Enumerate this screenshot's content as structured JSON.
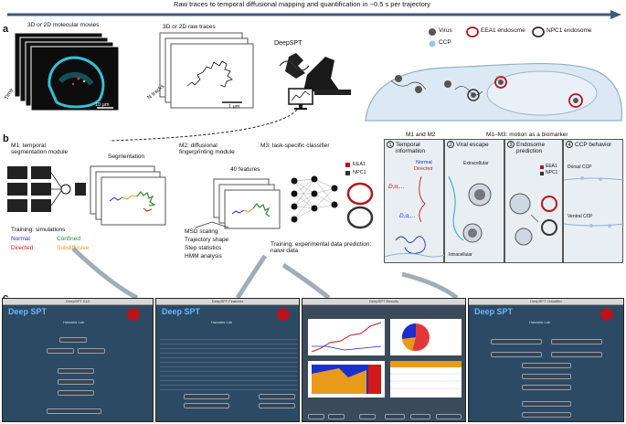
{
  "header": {
    "arrow_caption": "Raw traces to temporal diffusional mapping and quantification in ~0.5 s per trajectory"
  },
  "panel_a": {
    "letter": "a",
    "movies_label": "3D or 2D molecular movies",
    "time_label": "Time",
    "scalebar_movie": "10 μm",
    "traces_label": "3D or 2D raw traces",
    "n_tracks_label": "N tracks",
    "scalebar_trace": "1 μm",
    "deepspt_label": "DeepSPT",
    "legend": [
      "Virus",
      "EEA1 endosome",
      "NPC1 endosome",
      "CCP"
    ]
  },
  "panel_b": {
    "letter": "b",
    "m1_title": "M1: temporal segmentation module",
    "segmentation_label": "Segmentation",
    "m2_title": "M2: diffusional fingerprinting module",
    "features_label": "40 features",
    "m3_title": "M3: task-specific classifier",
    "classes": [
      "EEA1",
      "NPC1"
    ],
    "training_sim": "Training: simulations",
    "motion_types": [
      {
        "label": "Normal",
        "color": "#1a2fd0"
      },
      {
        "label": "Confined",
        "color": "#2e8b2e"
      },
      {
        "label": "Directed",
        "color": "#d01a1a"
      },
      {
        "label": "Subdiffusive",
        "color": "#e89a1a"
      }
    ],
    "fingerprint_features": [
      "MSD scaling",
      "Trajectory shape",
      "Step statistics",
      "HMM analysis"
    ],
    "training_exp": "Training: experimental data prediction: naive data",
    "biomarker_title": "M1–M3: motion as a biomarker",
    "m1m2_label": "M1 and M2",
    "cards": [
      {
        "num": "1",
        "title": "Temporal information",
        "legend": [
          "Normal",
          "Directed"
        ],
        "symbol": "D,α,...",
        "symbol2": "D,α,..."
      },
      {
        "num": "2",
        "title": "Viral escape",
        "top": "Extracellular",
        "bottom": "Intracellular"
      },
      {
        "num": "3",
        "title": "Endosome prediction",
        "legend": [
          "EEA1",
          "NPC1"
        ]
      },
      {
        "num": "4",
        "title": "CCP behavior",
        "top": "Dorsal CCP",
        "bottom": "Ventral CCP"
      }
    ]
  },
  "panel_c": {
    "letter": "c",
    "screens": [
      {
        "title": "DeepSPT GUI",
        "logo": "Deep SPT",
        "lab": "Hatzakis Lab"
      },
      {
        "title": "DeepSPT Features",
        "logo": "Deep SPT",
        "lab": "Hatzakis Lab"
      },
      {
        "title": "DeepSPT Results",
        "logo": "",
        "lab": ""
      },
      {
        "title": "DeepSPT Classifier",
        "logo": "Deep SPT",
        "lab": "Hatzakis Lab"
      }
    ]
  },
  "colors": {
    "arrow": "#3f5a78",
    "cell": "#dce8f3",
    "red": "#b8141b",
    "gui_bg": "#2c4a63"
  }
}
